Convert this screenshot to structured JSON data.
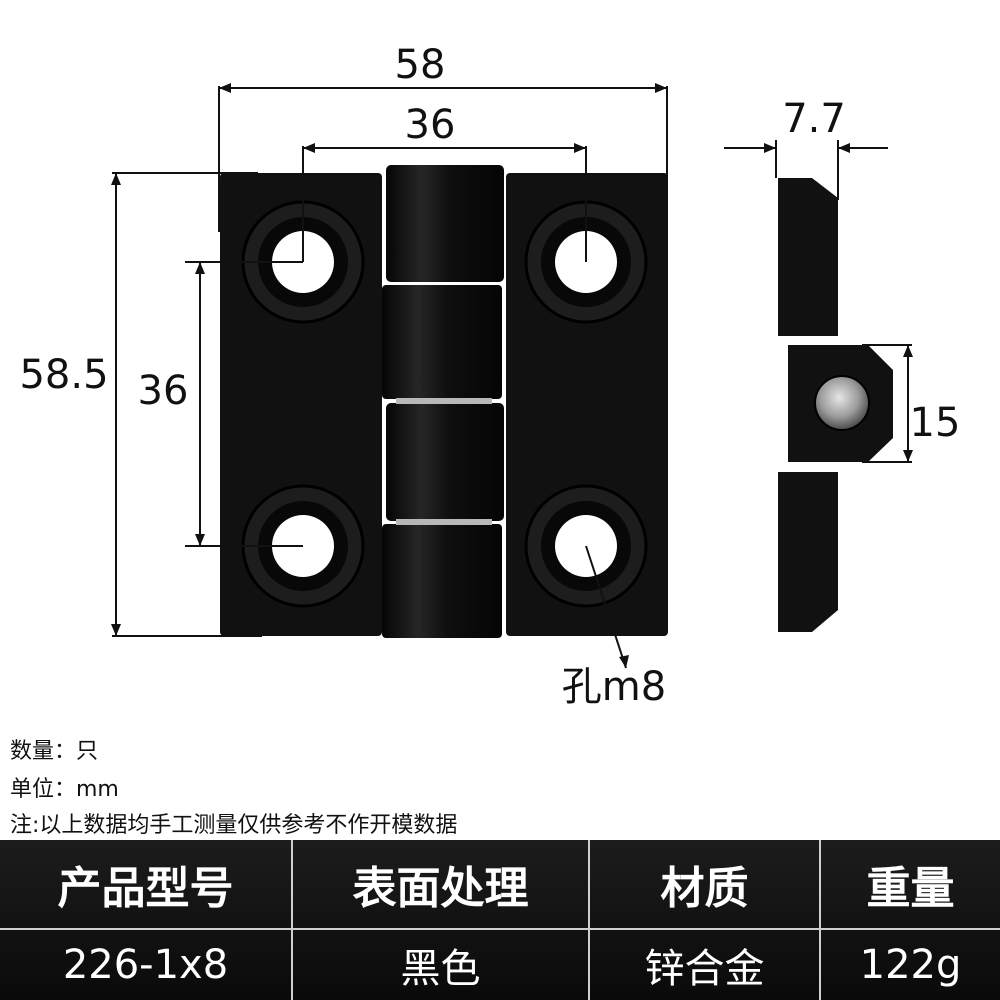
{
  "dimensions": {
    "overall_width": "58",
    "hole_spacing_horizontal": "36",
    "overall_height": "58.5",
    "hole_spacing_vertical": "36",
    "thickness": "7.7",
    "knuckle_height": "15",
    "hole_label": "孔m8"
  },
  "notes": {
    "quantity": "数量：只",
    "unit": "单位：mm",
    "disclaimer": "注:以上数据均手工测量仅供参考不作开模数据"
  },
  "spec_table": {
    "headers": [
      "产品型号",
      "表面处理",
      "材质",
      "重量"
    ],
    "values": [
      "226-1x8",
      "黑色",
      "锌合金",
      "122g"
    ]
  },
  "colors": {
    "hinge_body": "#111111",
    "pin": "#9a9a9a",
    "table_background": "#141414",
    "table_text": "#ffffff"
  }
}
